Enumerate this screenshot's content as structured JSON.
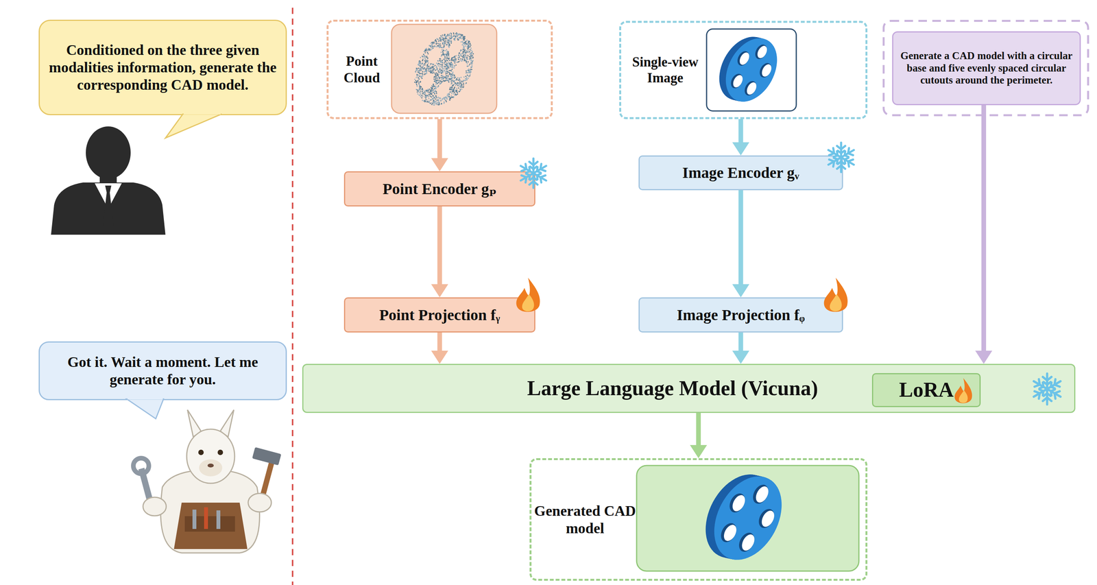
{
  "diagram": {
    "nodes": [
      {
        "text": [
          "Conditioned on the three given modalities information, generate the corresponding CAD model."
        ]
      },
      {
        "text": [
          "Point Cloud"
        ]
      },
      {
        "text": [
          "Single-view Image"
        ]
      },
      {
        "text": [
          "Generate a CAD model with a circular base and five evenly spaced circular cutouts around the perimeter."
        ]
      },
      {
        "text": [
          "Point Encoder gₚ"
        ]
      },
      {
        "text": [
          "Image Encoder gᵥ"
        ]
      },
      {
        "text": [
          "Point Projection fᵧ"
        ]
      },
      {
        "text": [
          "Image Projection fᵩ"
        ]
      },
      {
        "text": [
          "Got it. Wait a moment. Let me generate for you."
        ]
      },
      {
        "text": [
          "Large Language Model (Vicuna)"
        ]
      },
      {
        "text": [
          "LoRA"
        ],
        "in": 9
      },
      {
        "text": [
          "Generated CAD model"
        ]
      }
    ],
    "edges": [
      {
        "from": 1,
        "to": 4,
        "arrow": "to"
      },
      {
        "from": 4,
        "to": 6,
        "arrow": "to"
      },
      {
        "from": 6,
        "to": 9,
        "arrow": "to"
      },
      {
        "from": 2,
        "to": 5,
        "arrow": "to"
      },
      {
        "from": 5,
        "to": 7,
        "arrow": "to"
      },
      {
        "from": 7,
        "to": 9,
        "arrow": "to"
      },
      {
        "from": 3,
        "to": 9,
        "arrow": "to"
      },
      {
        "from": 9,
        "to": 11,
        "arrow": "to"
      }
    ]
  }
}
